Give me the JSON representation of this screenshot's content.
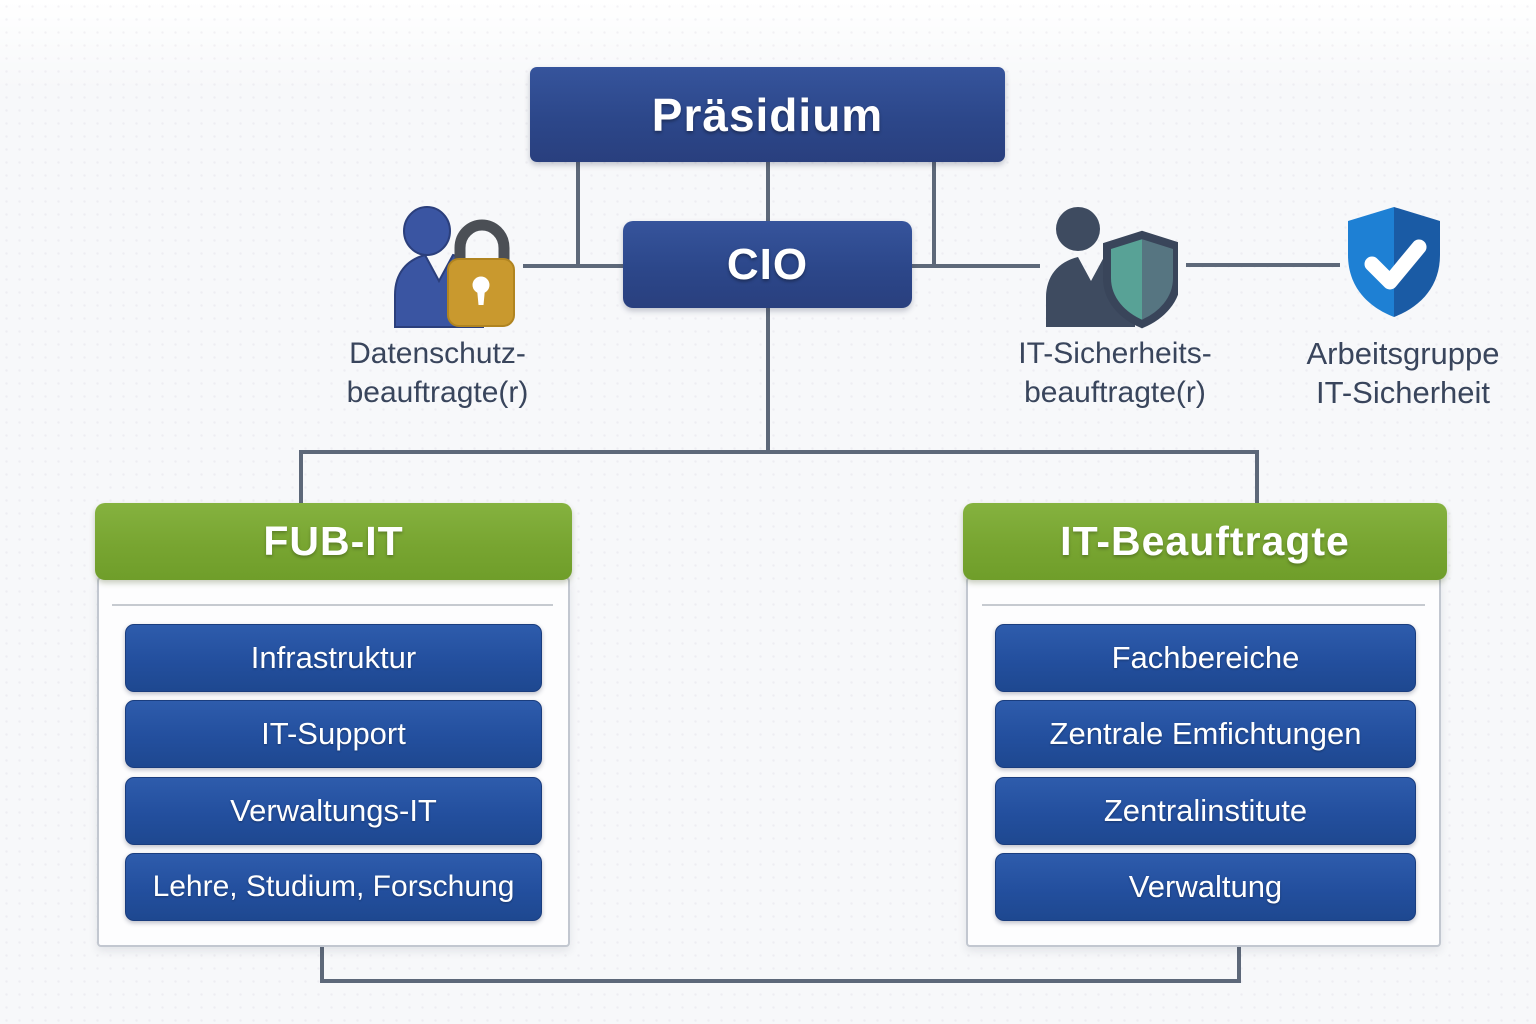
{
  "org": {
    "praesidium": "Präsidium",
    "cio": "CIO",
    "datenschutz": {
      "line1": "Datenschutz-",
      "line2": "beauftragte(r)"
    },
    "it_sicherheit": {
      "line1": "IT-Sicherheits-",
      "line2": "beauftragte(r)"
    },
    "arbeitsgruppe": {
      "line1": "Arbeitsgruppe",
      "line2": "IT-Sicherheit"
    },
    "fub_it": {
      "title": "FUB-IT",
      "items": [
        "Infrastruktur",
        "IT-Support",
        "Verwaltungs-IT",
        "Lehre, Studium, Forschung"
      ]
    },
    "it_beauftragte": {
      "title": "IT-Beauftragte",
      "items": [
        "Fachbereiche",
        "Zentrale Emfichtungen",
        "Zentralinstitute",
        "Verwaltung"
      ]
    },
    "icons": {
      "datenschutz": "person-lock-icon",
      "it_sicherheit": "person-shield-icon",
      "arbeitsgruppe": "shield-check-icon"
    },
    "colors": {
      "navy_box": "#2c478a",
      "item_blue": "#234f9e",
      "header_green": "#78a531",
      "connector_line": "#5d6879",
      "label_text": "#39455c",
      "lock_gold": "#c9992e",
      "person_blue": "#3a55a2",
      "person_slate": "#3e4b60",
      "shield_teal_left": "#58a296",
      "shield_teal_right": "#567581",
      "shield_blue_left": "#1e80d4",
      "shield_blue_right": "#1a5ba5",
      "background": "#f7f8fa"
    }
  }
}
